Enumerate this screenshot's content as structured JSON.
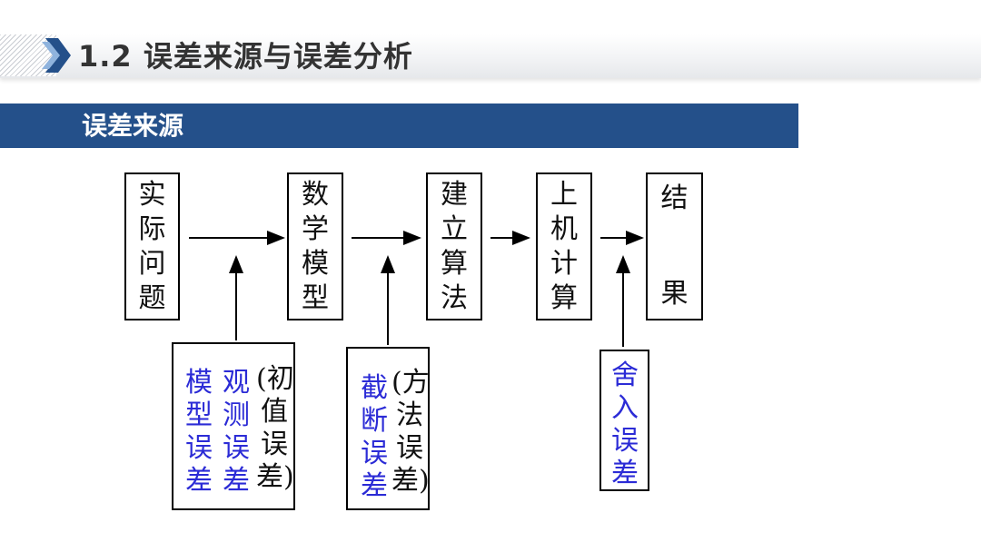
{
  "slide": {
    "title": "1.2 误差来源与误差分析",
    "section": "误差来源"
  },
  "flow": {
    "steps": [
      {
        "label": [
          "实",
          "际",
          "问",
          "题"
        ]
      },
      {
        "label": [
          "数",
          "学",
          "模",
          "型"
        ]
      },
      {
        "label": [
          "建",
          "立",
          "算",
          "法"
        ]
      },
      {
        "label": [
          "上",
          "机",
          "计",
          "算"
        ]
      },
      {
        "label": [
          "结",
          "果"
        ]
      }
    ],
    "errors": [
      {
        "columns": [
          [
            "模",
            "型",
            "误",
            "差"
          ],
          [
            "观",
            "测",
            "误",
            "差"
          ]
        ],
        "paren": [
          "(初",
          "值",
          "误",
          "差)"
        ]
      },
      {
        "columns": [
          [
            "截",
            "断",
            "误",
            "差"
          ]
        ],
        "paren": [
          "(方",
          "法",
          "误",
          "差)"
        ]
      },
      {
        "columns": [
          [
            "舍",
            "入",
            "误",
            "差"
          ]
        ],
        "paren": []
      }
    ]
  },
  "colors": {
    "section_bar": "#24508a",
    "error_text": "#2b2bd6",
    "chevron": "#24508a"
  }
}
